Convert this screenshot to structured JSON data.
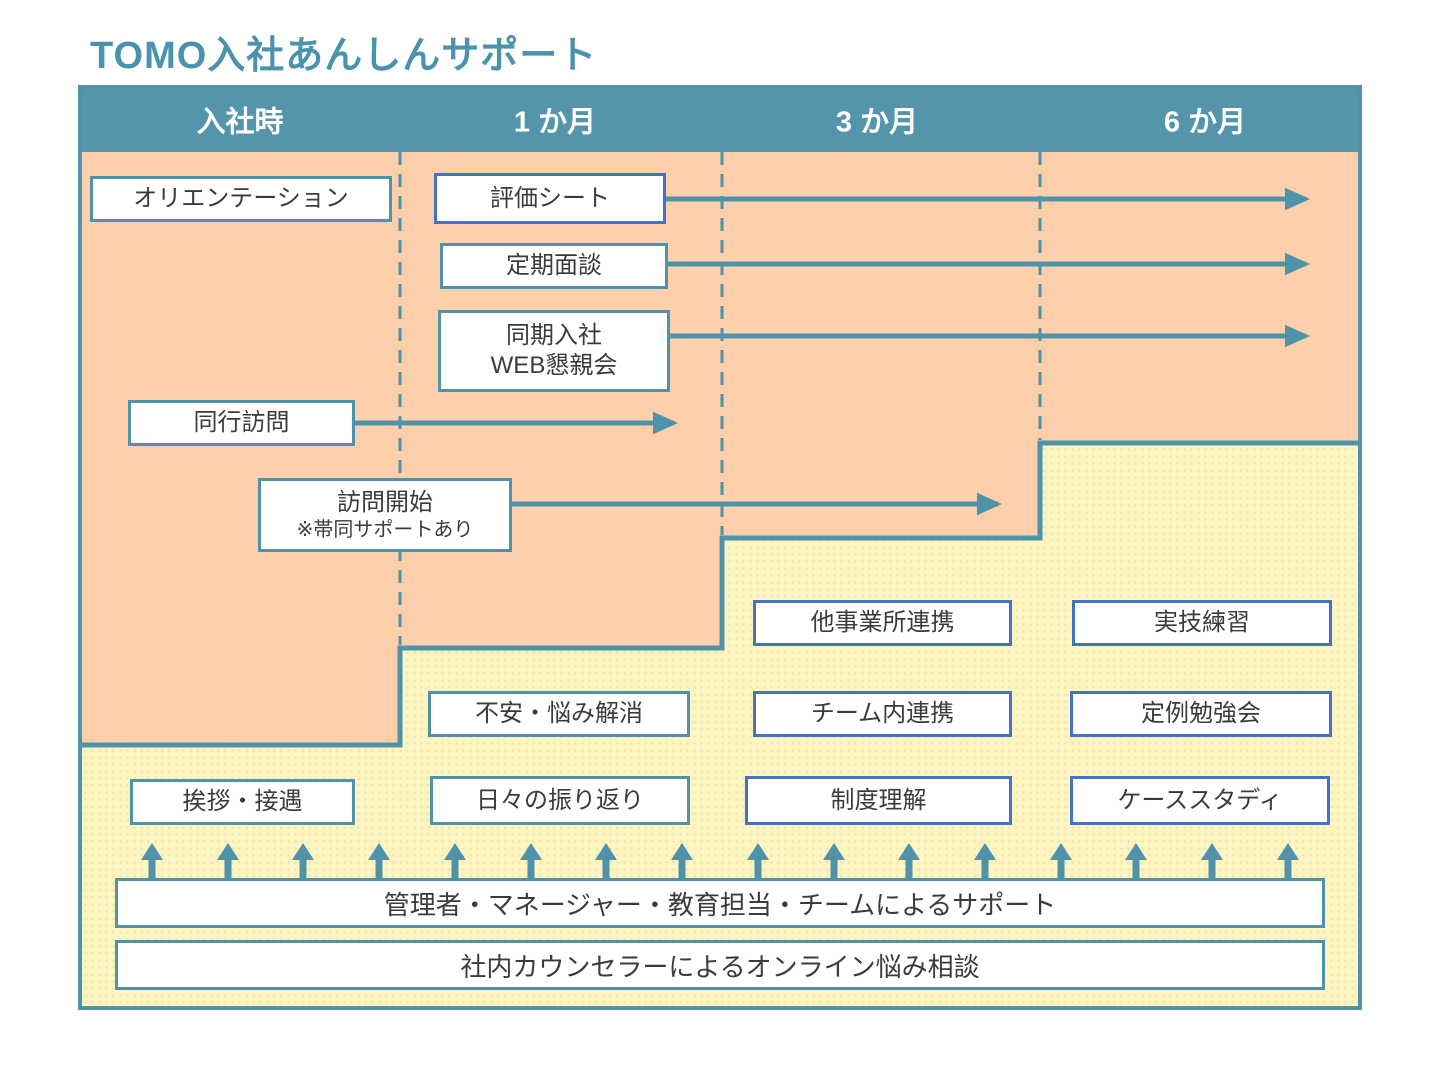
{
  "title": "TOMO入社あんしんサポート",
  "header": {
    "columns": [
      "入社時",
      "1 か月",
      "3 か月",
      "6 か月"
    ]
  },
  "boxes": {
    "orientation": "オリエンテーション",
    "evaluation_sheet": "評価シート",
    "regular_interview": "定期面談",
    "cohort_line1": "同期入社",
    "cohort_line2": "WEB懇親会",
    "accompanied_visit": "同行訪問",
    "visit_start": "訪問開始",
    "visit_start_note": "※帯同サポートあり",
    "other_offices": "他事業所連携",
    "practical_training": "実技練習",
    "anxiety_relief": "不安・悩み解消",
    "team_collaboration": "チーム内連携",
    "regular_study": "定例勉強会",
    "greeting_reception": "挨拶・接遇",
    "daily_reflection": "日々の振り返り",
    "system_understanding": "制度理解",
    "case_study": "ケーススタディ"
  },
  "support_bars": {
    "team_support": "管理者・マネージャー・教育担当・チームによるサポート",
    "counselor": "社内カウンセラーによるオンライン悩み相談"
  },
  "colors": {
    "teal": "#4f93ab",
    "header_teal": "#5495ac",
    "orange": "#fdd0ab",
    "yellow": "#fdf5c1",
    "blue_border": "#4472c4",
    "title_text": "#4a93ad",
    "box_text": "#3b3b3b"
  }
}
